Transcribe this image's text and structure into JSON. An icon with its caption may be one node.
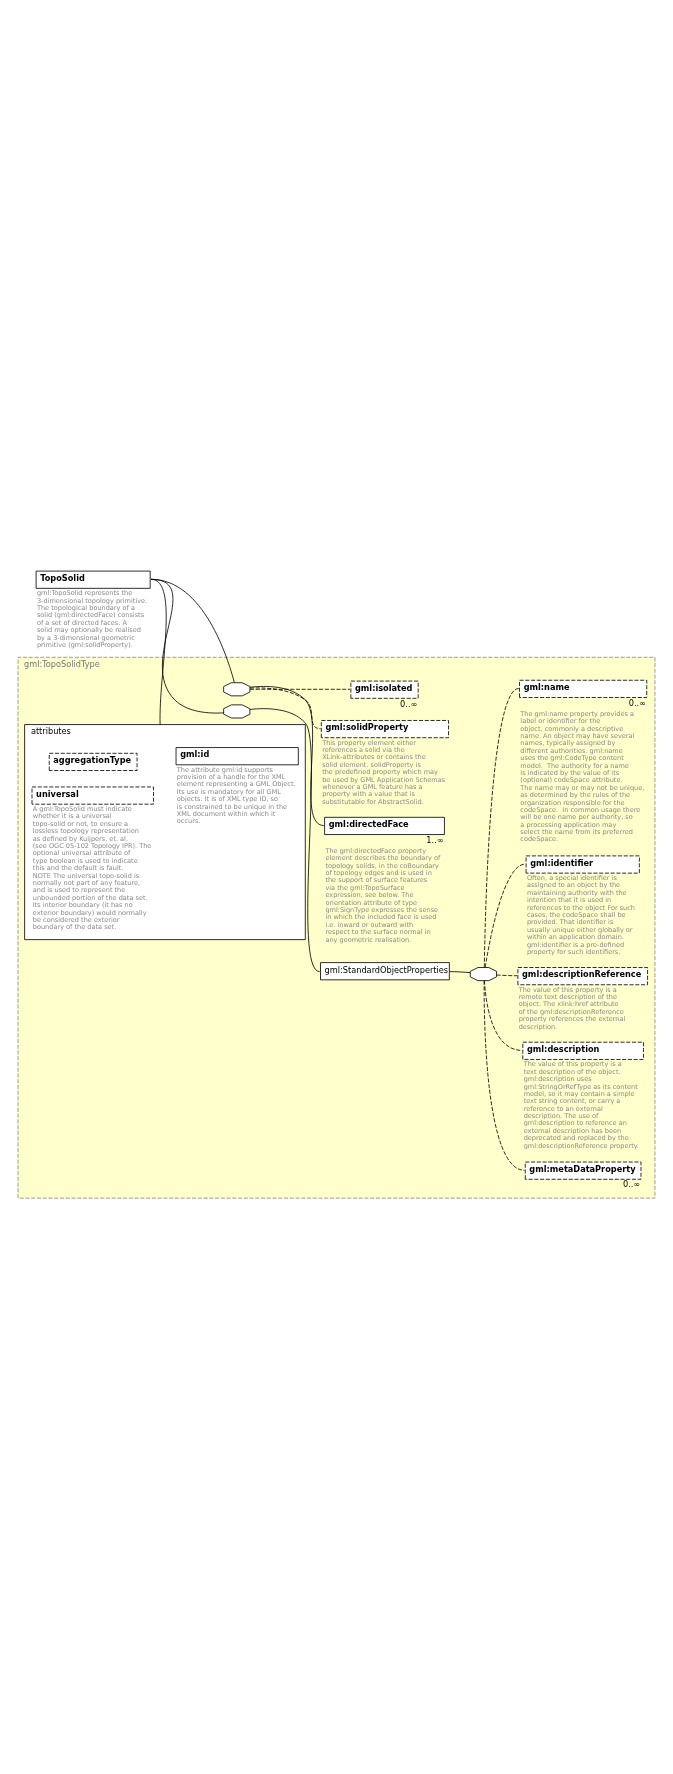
{
  "diagram": {
    "nodes": [
      {
        "text": [
          "TopoSolid"
        ],
        "beside": [
          "gml:TopoSolid represents the 3-dimensional topology primitive. The topological boundary of a solid (gml:directedFace) consists of a set of directed faces. A solid may optionally be realised by a 3-dimensional geometric primitive (gml:solidProperty)."
        ]
      },
      {
        "text": [
          "gml:TopoSolidType"
        ]
      },
      {
        "text": [
          "attributes"
        ],
        "in": 1
      },
      {
        "text": [
          "gml:id"
        ],
        "in": 2,
        "beside": [
          "The attribute gml:id supports provision of a handle for the XML element representing a GML Object. Its use is mandatory for all GML objects. It is of XML type ID, so is constrained to be unique in the XML document within which it occurs."
        ]
      },
      {
        "text": [
          "aggregationType"
        ],
        "in": 2
      },
      {
        "text": [
          "universal"
        ],
        "in": 2,
        "beside": [
          "A gml:TopoSolid must indicate whether it is a universal topo-solid or not, to ensure a lossless topology representation as defined by Kuijpers, et. al. (see OGC 05-102 Topology IPR). The optional universal attribute of type boolean is used to indicate this and the default is fault. NOTE The universal topo-solid is normally not part of any feature, and is used to represent the unbounded portion of the data set. Its interior boundary (it has no exterior boundary) would normally be considered the exterior boundary of the data set."
        ]
      },
      {
        "text": [],
        "shape": "octagon",
        "in": 1
      },
      {
        "text": [
          "gml:StandardObjectProperties"
        ],
        "in": 1
      },
      {
        "text": [],
        "shape": "octagon",
        "in": 1
      },
      {
        "text": [
          "gml:metaDataProperty"
        ],
        "in": 1,
        "beside": [
          "0..∞"
        ]
      },
      {
        "text": [
          "gml:description"
        ],
        "in": 1,
        "beside": [
          "The value of this property is a text description of the object. gml:description uses gml:StringOrRefType as its content model, so it may contain a simple text string content, or carry a reference to an external description. The use of gml:description to reference an external description has been deprecated and replaced by the gml:descriptionReference property."
        ]
      },
      {
        "text": [
          "gml:descriptionReference"
        ],
        "in": 1,
        "beside": [
          "The value of this property is a remote text description of the object. The xlink:href attribute of the gml:descriptionReference property references the external description."
        ]
      },
      {
        "text": [
          "gml:identifier"
        ],
        "in": 1,
        "beside": [
          "Often, a special identifier is assigned to an object by the maintaining authority with the intention that it is used in references to the object For such cases, the codeSpace shall be provided. That identifier is usually unique either globally or within an application domain. gml:identifier is a pre-defined property for such identifiers."
        ]
      },
      {
        "text": [
          "gml:name"
        ],
        "in": 1,
        "beside": [
          "0..∞",
          "The gml:name property provides a label or identifier for the object, commonly a descriptive name. An object may have several names, typically assigned by different authorities. gml:name uses the gml:CodeType content model.  The authority for a name is indicated by the value of its (optional) codeSpace attribute.  The name may or may not be unique, as determined by the rules of the organization responsible for the codeSpace.  In common usage there will be one name per authority, so a processing application may select the name from its preferred codeSpace."
        ]
      },
      {
        "text": [],
        "shape": "octagon",
        "in": 1
      },
      {
        "text": [
          "gml:isolated"
        ],
        "in": 1,
        "beside": [
          "0..∞"
        ]
      },
      {
        "text": [
          "gml:directedFace"
        ],
        "in": 1,
        "beside": [
          "1..∞",
          "The gml:directedFace property element describes the boundary of topology solids, in the coBoundary of topology edges and is used in the support of surface features via the gml:TopoSurface expression, see below. The orientation attribute of type gml:SignType expresses the sense in which the included face is used i.e. inward or outward with respect to the surface normal in any geometric realisation."
        ]
      },
      {
        "text": [
          "gml:solidProperty"
        ],
        "in": 1,
        "beside": [
          "This property element either references a solid via the XLink-attributes or contains the solid element. solidProperty is the predefined property which may be used by GML Application Schemas whenever a GML feature has a property with a value that is substitutable for AbstractSolid."
        ]
      }
    ],
    "edges": [
      {
        "from": 0,
        "to": 2,
        "arrow": "none"
      },
      {
        "from": 0,
        "to": 6,
        "arrow": "none"
      },
      {
        "from": 0,
        "to": 14,
        "arrow": "none"
      },
      {
        "from": 6,
        "to": 7,
        "arrow": "none"
      },
      {
        "from": 7,
        "to": 8,
        "arrow": "none"
      },
      {
        "from": 8,
        "to": 9,
        "arrow": "none",
        "style": "dashed"
      },
      {
        "from": 8,
        "to": 10,
        "arrow": "none",
        "style": "dashed"
      },
      {
        "from": 8,
        "to": 11,
        "arrow": "none",
        "style": "dashed"
      },
      {
        "from": 8,
        "to": 12,
        "arrow": "none",
        "style": "dashed"
      },
      {
        "from": 8,
        "to": 13,
        "arrow": "none",
        "style": "dashed"
      },
      {
        "from": 14,
        "to": 15,
        "arrow": "none",
        "style": "dashed"
      },
      {
        "from": 14,
        "to": 16,
        "arrow": "none"
      },
      {
        "from": 14,
        "to": 17,
        "arrow": "none",
        "style": "dashed"
      }
    ]
  }
}
